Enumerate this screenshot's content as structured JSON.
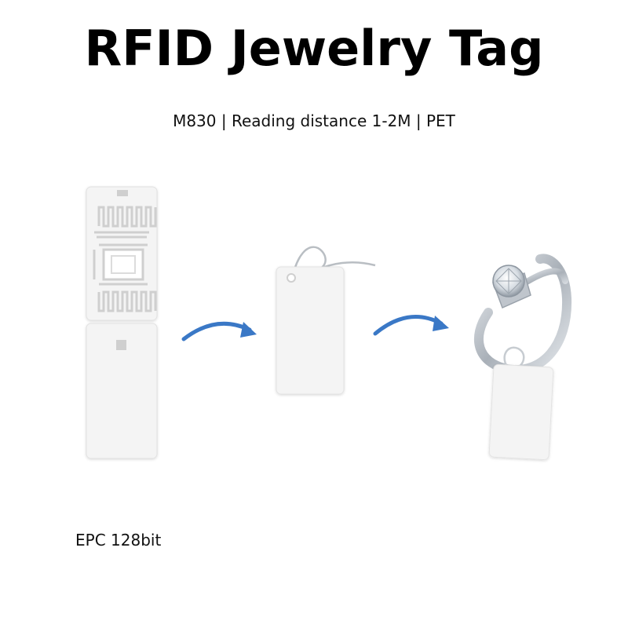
{
  "header": {
    "title": "RFID Jewelry Tag",
    "specs": "M830 | Reading distance 1-2M | PET"
  },
  "footer": {
    "note": "EPC 128bit"
  },
  "colors": {
    "arrow": "#3a78c6",
    "tag": "#f4f4f4",
    "antenna": "#cfcfcf",
    "ring_metal": "#c9ced4"
  },
  "illustration": {
    "steps": [
      "inlay-tag",
      "hang-tag",
      "ring-with-tag"
    ],
    "icons": [
      "arrow-right-icon",
      "arrow-right-icon"
    ]
  }
}
